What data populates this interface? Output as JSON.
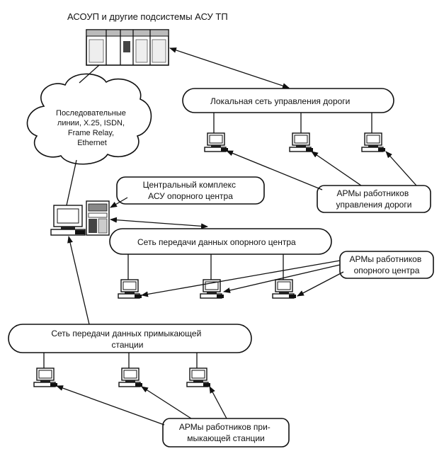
{
  "top_title": "АСОУП и другие подсистемы АСУ ТП",
  "cloud_text": [
    "Последовательные",
    "линии, X.25, ISDN,",
    "Frame Relay,",
    "Ethernet"
  ],
  "road_network": "Локальная сеть управления дороги",
  "road_arm": [
    "АРМы работников",
    "управления дороги"
  ],
  "central_complex": [
    "Центральный комплекс",
    "АСУ опорного центра"
  ],
  "support_network": "Сеть передачи данных опорного центра",
  "support_arm": [
    "АРМы работников",
    "опорного центра"
  ],
  "station_network": [
    "Сеть передачи данных примыкающей",
    "станции"
  ],
  "station_arm": [
    "АРМы работников при-",
    "мыкающей станции"
  ]
}
